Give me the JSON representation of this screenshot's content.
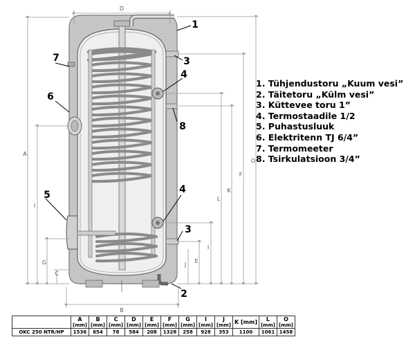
{
  "dimension_letters": {
    "A": "A",
    "B": "B",
    "C": "C",
    "D": "D",
    "E": "E",
    "F": "F",
    "G": "G",
    "I": "I",
    "J": "J",
    "K": "K",
    "L": "L",
    "O": "O"
  },
  "callouts": {
    "c1": "1",
    "c2": "2",
    "c3a": "3",
    "c3b": "3",
    "c4a": "4",
    "c4b": "4",
    "c5": "5",
    "c6": "6",
    "c7": "7",
    "c8": "8"
  },
  "legend": [
    "1. Tühjendustoru „Kuum vesi”",
    "2. Täitetoru „Külm vesi”",
    "3. Küttevee toru 1”",
    "4. Termostaadile 1/2",
    "5. Puhastusluuk",
    "6. Elektritenn TJ 6/4”",
    "7. Termomeeter",
    "8. Tsirkulatsioon 3/4”"
  ],
  "table": {
    "columns": [
      {
        "letter": "A",
        "unit": "[mm]"
      },
      {
        "letter": "B",
        "unit": "[mm]"
      },
      {
        "letter": "C",
        "unit": "[mm]"
      },
      {
        "letter": "D",
        "unit": "[mm]"
      },
      {
        "letter": "E",
        "unit": "[mm]"
      },
      {
        "letter": "F",
        "unit": "[mm]"
      },
      {
        "letter": "G",
        "unit": "[mm]"
      },
      {
        "letter": "I",
        "unit": "[mm]"
      },
      {
        "letter": "J",
        "unit": "[mm]"
      },
      {
        "letter": "K [mm]",
        "unit": ""
      },
      {
        "letter": "L",
        "unit": "[mm]"
      },
      {
        "letter": "O",
        "unit": "[mm]"
      }
    ],
    "rows": [
      {
        "model": "OKC 250 NTR/HP",
        "values": [
          "1536",
          "654",
          "78",
          "584",
          "208",
          "1328",
          "258",
          "928",
          "353",
          "1100",
          "1061",
          "1458"
        ]
      }
    ]
  }
}
